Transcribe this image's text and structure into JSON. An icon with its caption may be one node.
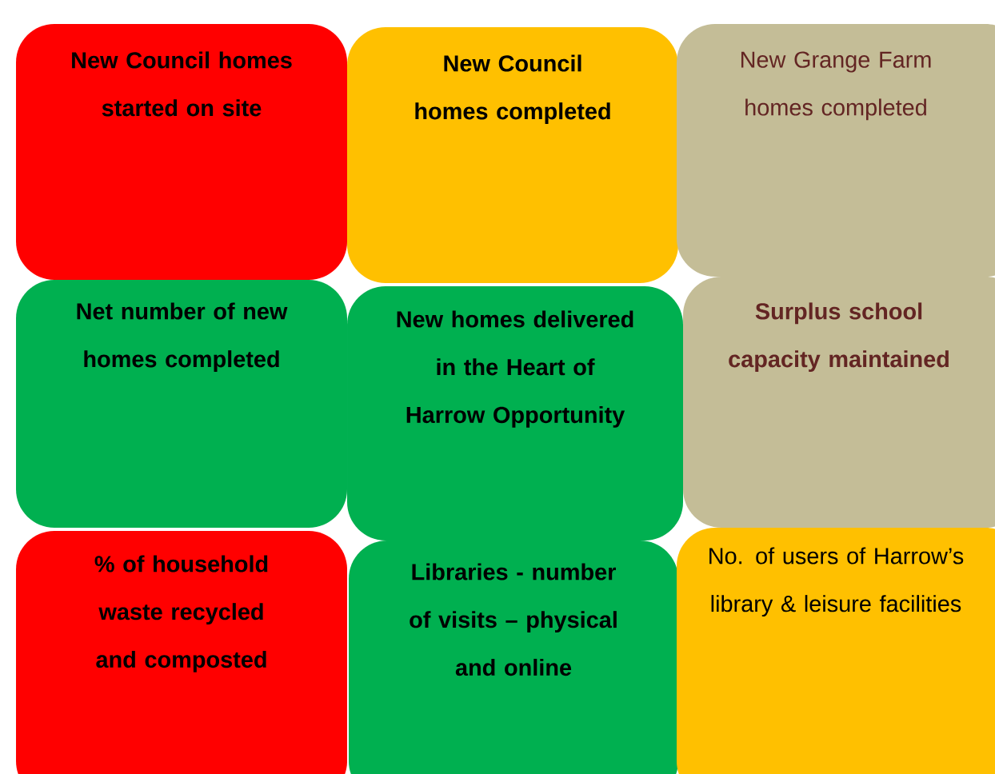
{
  "diagram": {
    "nodes": [
      {
        "text": [
          "New Council homes started on site"
        ]
      },
      {
        "text": [
          "New Council homes completed"
        ]
      },
      {
        "text": [
          "New Grange Farm homes completed"
        ]
      },
      {
        "text": [
          "Net number of new homes completed"
        ]
      },
      {
        "text": [
          "New homes delivered in the Heart of Harrow Opportunity"
        ]
      },
      {
        "text": [
          "Surplus school capacity maintained"
        ]
      },
      {
        "text": [
          "% of household waste recycled and composted"
        ]
      },
      {
        "text": [
          "Libraries - number of visits – physical and online"
        ]
      },
      {
        "text": [
          "No. of users of Harrow’s library & leisure facilities"
        ]
      }
    ]
  }
}
